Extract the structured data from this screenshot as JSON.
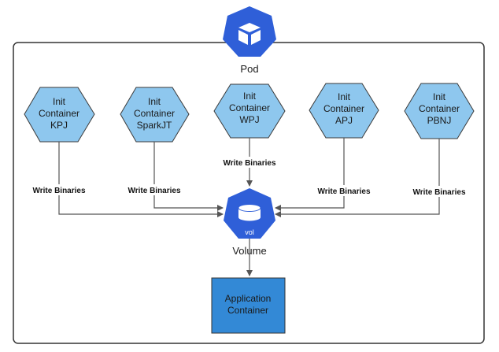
{
  "pod": {
    "label": "Pod",
    "icon": "kubernetes-pod-icon",
    "color": "#2f5fd8"
  },
  "init_containers": [
    {
      "line1": "Init",
      "line2": "Container",
      "line3": "KPJ"
    },
    {
      "line1": "Init",
      "line2": "Container",
      "line3": "SparkJT"
    },
    {
      "line1": "Init",
      "line2": "Container",
      "line3": "WPJ"
    },
    {
      "line1": "Init",
      "line2": "Container",
      "line3": "APJ"
    },
    {
      "line1": "Init",
      "line2": "Container",
      "line3": "PBNJ"
    }
  ],
  "write_labels": [
    "Write Binaries",
    "Write Binaries",
    "Write Binaries",
    "Write Binaries",
    "Write Binaries"
  ],
  "volume": {
    "badge": "vol",
    "label": "Volume",
    "icon": "kubernetes-volume-icon",
    "color": "#2f5fd8"
  },
  "app_container": {
    "line1": "Application",
    "line2": "Container",
    "color": "#3389d6"
  },
  "colors": {
    "init_fill": "#8ec7ee",
    "init_stroke": "#3a3a3a",
    "edge": "#555555",
    "frame": "#333333"
  }
}
